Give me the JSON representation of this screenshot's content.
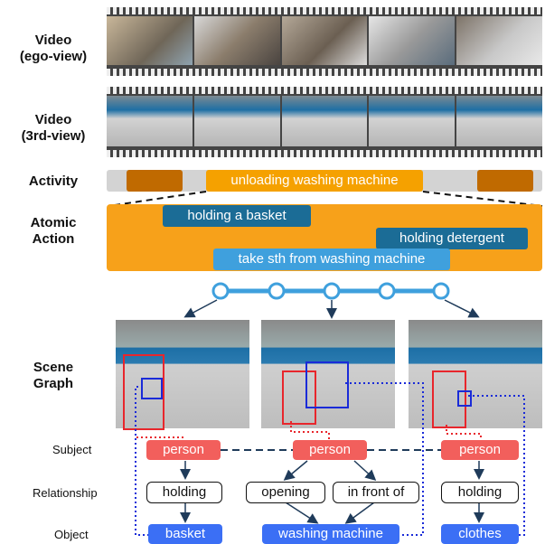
{
  "labels": {
    "video_ego": "Video\n(ego-view)",
    "video_third": "Video\n(3rd-view)",
    "activity": "Activity",
    "atomic_action": "Atomic\nAction",
    "scene_graph": "Scene\nGraph",
    "subject": "Subject",
    "relationship": "Relationship",
    "object": "Object"
  },
  "activity": {
    "label": "unloading washing machine",
    "color": "#f5a100",
    "segment_color": "#c06a00"
  },
  "atomic_actions": [
    {
      "label": "holding a basket",
      "color": "#1b6c96"
    },
    {
      "label": "holding detergent",
      "color": "#1b6c96"
    },
    {
      "label": "take sth from washing machine",
      "color": "#3fa0dd"
    }
  ],
  "scene_graphs": [
    {
      "subject": "person",
      "relationships": [
        "holding"
      ],
      "object": "basket"
    },
    {
      "subject": "person",
      "relationships": [
        "opening",
        "in front of"
      ],
      "object": "washing machine"
    },
    {
      "subject": "person",
      "relationships": [
        "holding"
      ],
      "object": "clothes"
    }
  ],
  "colors": {
    "subject": "#f25f5c",
    "object": "#3b6ff5",
    "timeline": "#3fa0dd",
    "atomic_band": "#f7a11a"
  }
}
